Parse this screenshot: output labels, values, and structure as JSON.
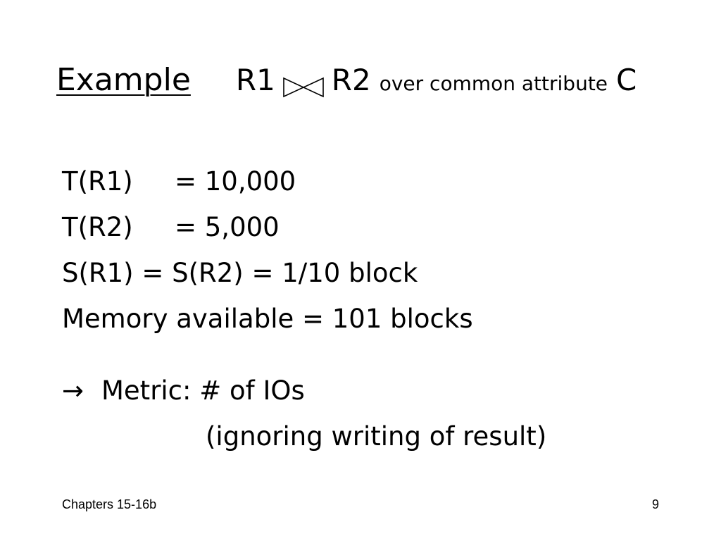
{
  "slide": {
    "title": {
      "example": "Example",
      "left_relation": "R1",
      "right_relation": "R2",
      "over_text": "over common attribute",
      "attribute": "C",
      "join_symbol_icon": "natural-join-icon"
    },
    "lines": [
      {
        "left": "T(R1)",
        "right": "= 10,000"
      },
      {
        "left": "T(R2)",
        "right": "= 5,000"
      },
      {
        "text": "S(R1) = S(R2) = 1/10 block"
      },
      {
        "text": "Memory available = 101 blocks"
      }
    ],
    "metric": {
      "arrow": "→",
      "text": "Metric:  # of IOs",
      "note": "(ignoring writing of result)"
    },
    "footer": {
      "chapter": "Chapters 15-16b",
      "page_number": "9"
    }
  }
}
